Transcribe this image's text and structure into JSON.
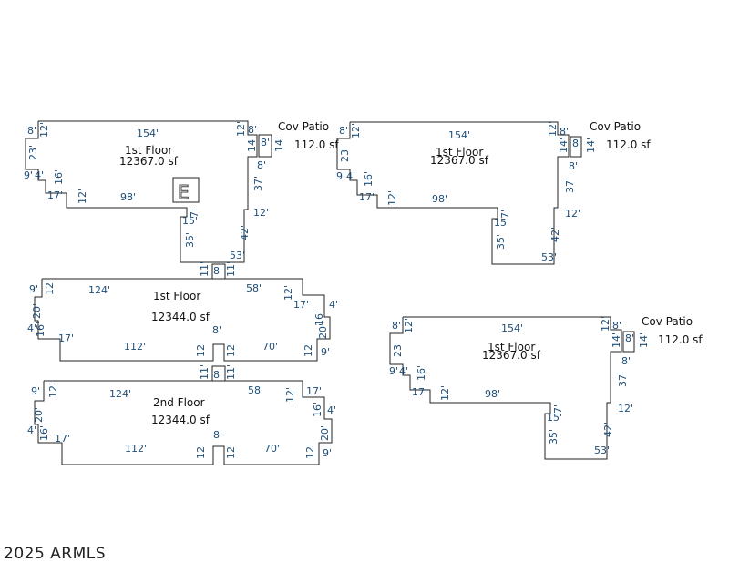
{
  "plans": [
    {
      "id": "plan-1",
      "room": "1st Floor",
      "area": "12367.0 sf",
      "patio_name": "Cov Patio",
      "patio_area": "112.0 sf",
      "dims": [
        "154'",
        "8'",
        "12'",
        "23'",
        "9'",
        "4'",
        "16'",
        "17'",
        "12'",
        "98'",
        "15'",
        "7'",
        "35'",
        "53'",
        "42'",
        "12'",
        "37'",
        "8'",
        "14'",
        "8'",
        "12'",
        "8'",
        "14'"
      ]
    },
    {
      "id": "plan-2",
      "room": "1st Floor",
      "area": "12367.0 sf",
      "patio_name": "Cov Patio",
      "patio_area": "112.0 sf",
      "dims": [
        "154'",
        "8'",
        "12'",
        "23'",
        "9'",
        "4'",
        "16'",
        "17'",
        "12'",
        "98'",
        "15'",
        "7'",
        "35'",
        "53'",
        "42'",
        "12'",
        "37'",
        "8'",
        "14'",
        "8'",
        "12'",
        "8'",
        "14'"
      ]
    },
    {
      "id": "plan-3",
      "room": "1st Floor",
      "area": "12344.0 sf",
      "dims": [
        "11'",
        "8'",
        "11'",
        "9'",
        "12'",
        "124'",
        "58'",
        "12'",
        "17'",
        "4'",
        "16'",
        "20'",
        "9'",
        "12'",
        "70'",
        "12'",
        "8'",
        "112'",
        "12'",
        "17'",
        "16'",
        "4'",
        "20'"
      ]
    },
    {
      "id": "plan-4",
      "room": "2nd Floor",
      "area": "12344.0 sf",
      "dims": [
        "11'",
        "8'",
        "11'",
        "9'",
        "12'",
        "124'",
        "58'",
        "12'",
        "17'",
        "4'",
        "16'",
        "20'",
        "9'",
        "12'",
        "70'",
        "12'",
        "8'",
        "112'",
        "12'",
        "17'",
        "16'",
        "4'",
        "20'"
      ]
    },
    {
      "id": "plan-5",
      "room": "1st Floor",
      "area": "12367.0 sf",
      "patio_name": "Cov Patio",
      "patio_area": "112.0 sf",
      "dims": [
        "154'",
        "8'",
        "12'",
        "23'",
        "9'",
        "4'",
        "16'",
        "17'",
        "12'",
        "98'",
        "15'",
        "7'",
        "35'",
        "53'",
        "42'",
        "12'",
        "37'",
        "8'",
        "14'",
        "8'",
        "12'",
        "8'",
        "14'"
      ]
    }
  ],
  "entry_marker": "E",
  "copyright": "2025 ARMLS"
}
